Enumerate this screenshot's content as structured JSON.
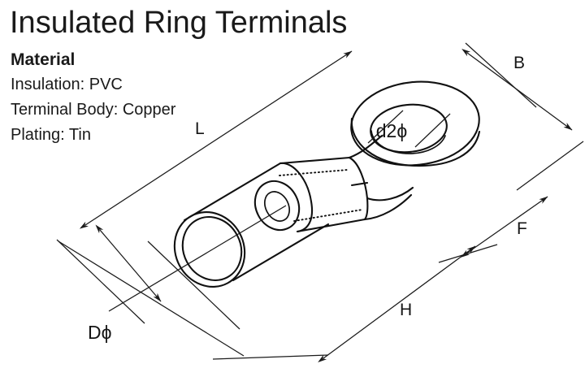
{
  "page": {
    "title": "Insulated Ring Terminals",
    "background_color": "#ffffff",
    "line_color": "#111111"
  },
  "material": {
    "heading": "Material",
    "lines": [
      "Insulation: PVC",
      "Terminal Body: Copper",
      "Plating: Tin"
    ]
  },
  "diagram": {
    "type": "isometric-technical-drawing",
    "subject": "insulated ring terminal",
    "dimension_labels": [
      {
        "id": "L",
        "label": "L",
        "describes": "overall length from insulation end to ring outer edge"
      },
      {
        "id": "B",
        "label": "B",
        "describes": "ring head width"
      },
      {
        "id": "d2",
        "label": "d2ϕ",
        "describes": "ring hole diameter"
      },
      {
        "id": "F",
        "label": "F",
        "describes": "ring head diameter across"
      },
      {
        "id": "H",
        "label": "H",
        "describes": "length from insulation end to ring center"
      },
      {
        "id": "D",
        "label": "Dϕ",
        "describes": "insulation barrel outer diameter"
      }
    ],
    "features": [
      "insulation sleeve",
      "copper barrel",
      "ring tongue",
      "ring eyelet hole",
      "hidden edge dotted lines"
    ]
  }
}
